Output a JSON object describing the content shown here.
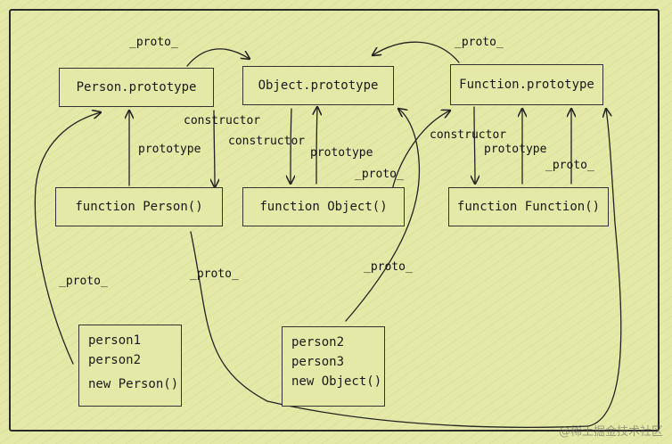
{
  "nodes": {
    "person_prototype": "Person.prototype",
    "object_prototype": "Object.prototype",
    "function_prototype": "Function.prototype",
    "function_person": "function Person()",
    "function_object": "function Object()",
    "function_function": "function Function()"
  },
  "instances_left": [
    "person1",
    "person2",
    "new Person()"
  ],
  "instances_right": [
    "person2",
    "person3",
    "new Object()"
  ],
  "labels": {
    "proto": "_proto_",
    "constructor": "constructor",
    "prototype": "prototype"
  },
  "watermark": "@稀土掘金技术社区"
}
